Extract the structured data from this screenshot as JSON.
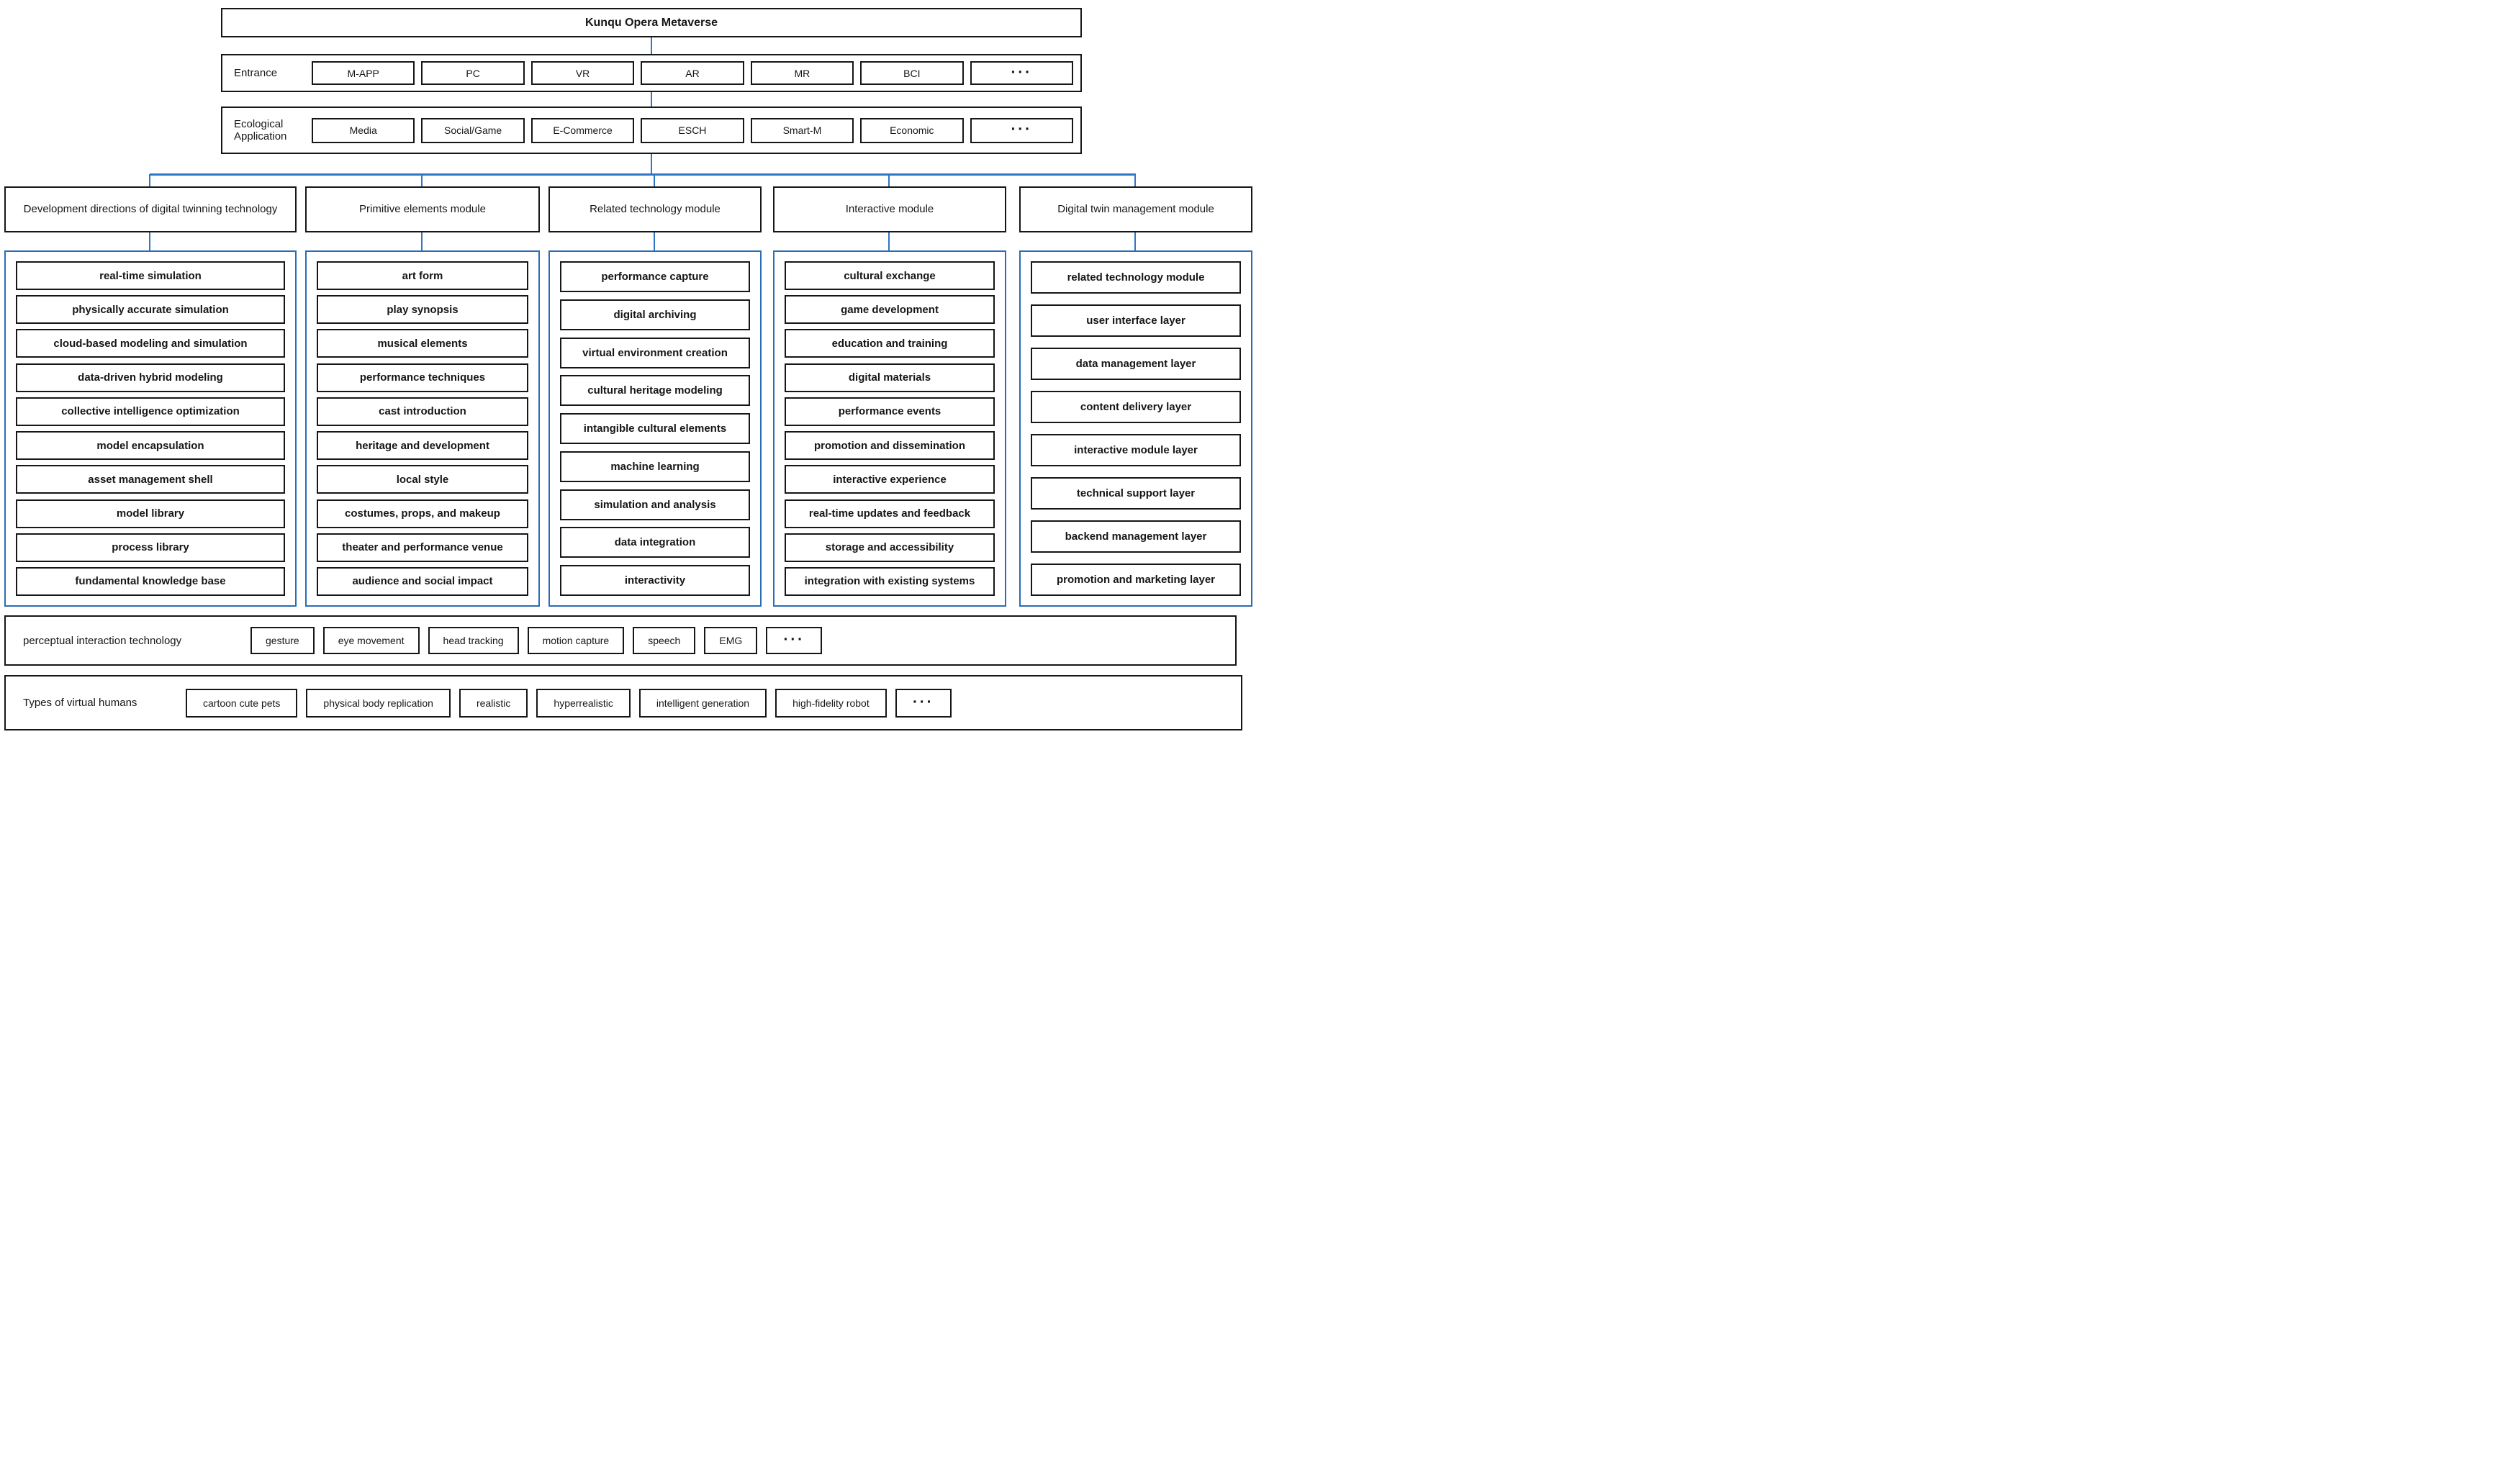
{
  "title": "Kunqu Opera Metaverse",
  "entrance": {
    "label": "Entrance",
    "items": [
      "M-APP",
      "PC",
      "VR",
      "AR",
      "MR",
      "BCI",
      "..."
    ]
  },
  "ecological": {
    "label": "Ecological Application",
    "items": [
      "Media",
      "Social/Game",
      "E-Commerce",
      "ESCH",
      "Smart-M",
      "Economic",
      "..."
    ]
  },
  "columns": [
    {
      "header": "Development directions of digital twinning technology",
      "items": [
        "real-time simulation",
        "physically accurate simulation",
        "cloud-based modeling and simulation",
        "data-driven hybrid modeling",
        "collective intelligence optimization",
        "model encapsulation",
        "asset management shell",
        "model library",
        "process library",
        "fundamental knowledge base"
      ]
    },
    {
      "header": "Primitive elements module",
      "items": [
        "art form",
        "play synopsis",
        "musical elements",
        "performance techniques",
        "cast introduction",
        "heritage and development",
        "local style",
        "costumes, props, and makeup",
        "theater and performance venue",
        "audience and social impact"
      ]
    },
    {
      "header": "Related technology module",
      "items": [
        "performance capture",
        "digital archiving",
        "virtual environment creation",
        "cultural heritage modeling",
        "intangible cultural elements",
        "machine learning",
        "simulation and analysis",
        "data integration",
        "interactivity"
      ]
    },
    {
      "header": "Interactive module",
      "items": [
        "cultural exchange",
        "game development",
        "education and training",
        "digital materials",
        "performance events",
        "promotion and dissemination",
        "interactive experience",
        "real-time updates and feedback",
        "storage and accessibility",
        "integration with existing systems"
      ]
    },
    {
      "header": "Digital twin management module",
      "items": [
        "related technology module",
        "user interface layer",
        "data management layer",
        "content delivery layer",
        "interactive module layer",
        "technical support layer",
        "backend management layer",
        "promotion and marketing layer"
      ]
    }
  ],
  "perceptual": {
    "label": "perceptual interaction technology",
    "items": [
      "gesture",
      "eye movement",
      "head tracking",
      "motion capture",
      "speech",
      "EMG",
      "..."
    ]
  },
  "virtual_humans": {
    "label": "Types of virtual humans",
    "items": [
      "cartoon cute pets",
      "physical body replication",
      "realistic",
      "hyperrealistic",
      "intelligent generation",
      "high-fidelity robot",
      "..."
    ]
  },
  "colors": {
    "connector_blue": "#2e77c5",
    "container_border": "#2a6cb5",
    "box_border": "#161616"
  }
}
